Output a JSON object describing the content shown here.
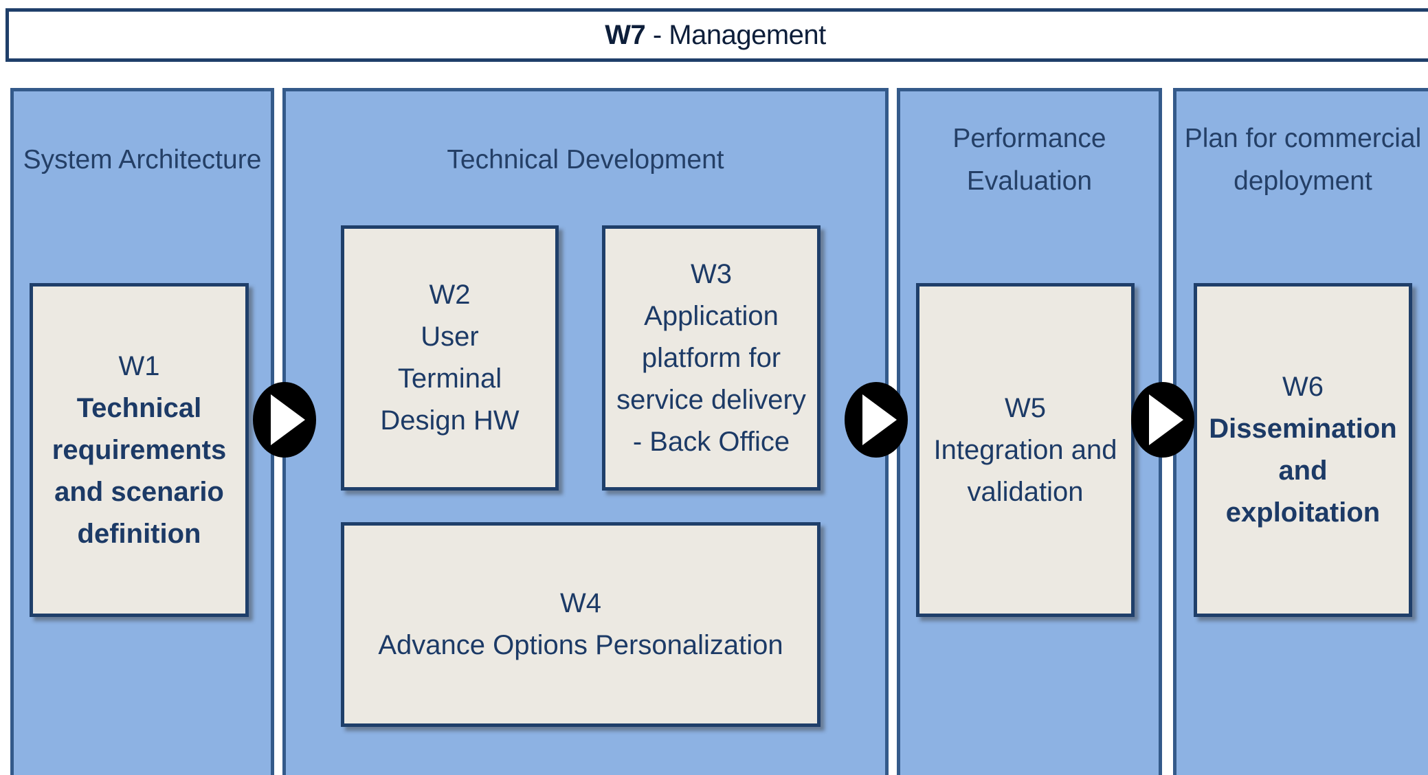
{
  "management": {
    "code": "W7",
    "separator": " - ",
    "label": "Management"
  },
  "phases": [
    {
      "title": "System Architecture"
    },
    {
      "title": "Technical Development"
    },
    {
      "title": "Performance Evaluation"
    },
    {
      "title": "Plan for commercial deployment"
    }
  ],
  "work_packages": {
    "w1": {
      "code": "W1",
      "name": "Technical requirements and scenario definition"
    },
    "w2": {
      "code": "W2",
      "name": "User Terminal Design HW"
    },
    "w3": {
      "code": "W3",
      "name": "Application platform for service delivery - Back Office"
    },
    "w4": {
      "code": "W4",
      "name": "Advance Options Personalization"
    },
    "w5": {
      "code": "W5",
      "name": "Integration and validation"
    },
    "w6": {
      "code": "W6",
      "name": "Dissemination and exploitation"
    }
  },
  "colors": {
    "phase_fill": "#8db2e3",
    "phase_border": "#345a8a",
    "box_fill": "#ece9e2",
    "box_border": "#1f3f6a",
    "text": "#1c3a66",
    "arrow_fill": "#000000"
  },
  "flow_arrows": [
    {
      "icon": "play-arrow-icon"
    },
    {
      "icon": "play-arrow-icon"
    },
    {
      "icon": "play-arrow-icon"
    }
  ]
}
